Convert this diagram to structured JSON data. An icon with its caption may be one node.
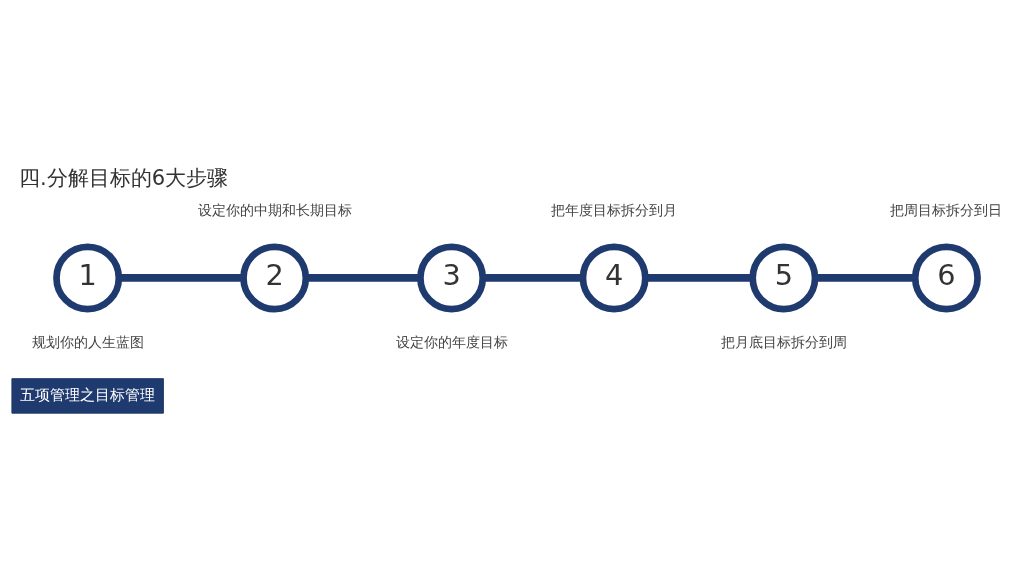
{
  "diagram": {
    "title": "四.分解目标的6大步骤",
    "nodes": [
      {
        "text": [
          "1"
        ],
        "beside": [
          "规划你的人生蓝图"
        ]
      },
      {
        "text": [
          "2"
        ],
        "beside": [
          "设定你的中期和长期目标"
        ]
      },
      {
        "text": [
          "3"
        ],
        "beside": [
          "设定你的年度目标"
        ]
      },
      {
        "text": [
          "4"
        ],
        "beside": [
          "把年度目标拆分到月"
        ]
      },
      {
        "text": [
          "5"
        ],
        "beside": [
          "把月底目标拆分到周"
        ]
      },
      {
        "text": [
          "6"
        ],
        "beside": [
          "把周目标拆分到日"
        ]
      }
    ],
    "edges": [
      {
        "from": 0,
        "to": 1,
        "arrow": "none"
      },
      {
        "from": 1,
        "to": 2,
        "arrow": "none"
      },
      {
        "from": 2,
        "to": 3,
        "arrow": "none"
      },
      {
        "from": 3,
        "to": 4,
        "arrow": "none"
      },
      {
        "from": 4,
        "to": 5,
        "arrow": "none"
      }
    ],
    "labels": [
      "五项管理之目标管理"
    ]
  }
}
